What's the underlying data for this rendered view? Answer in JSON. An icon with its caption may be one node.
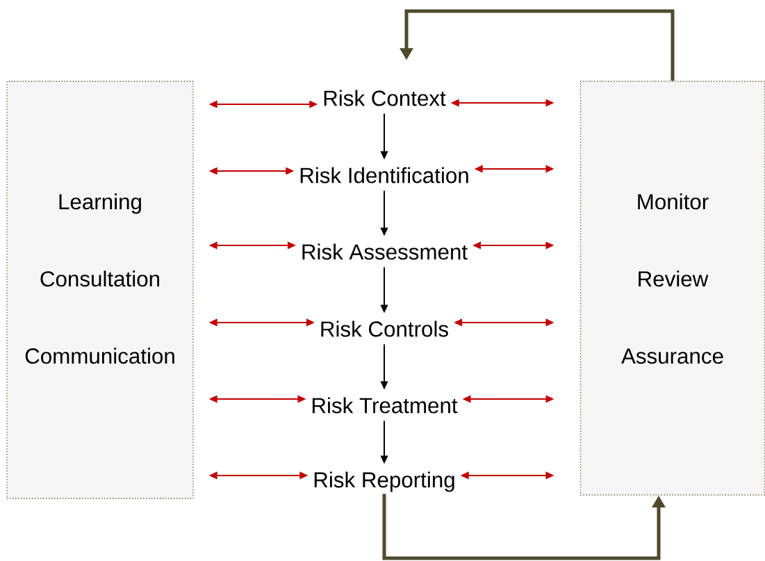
{
  "diagram": {
    "nodes": [
      {
        "text": [
          "Learning",
          "Consultation",
          "Communication"
        ]
      },
      {
        "text": [
          "Monitor",
          "Review",
          "Assurance"
        ]
      },
      {
        "text": [
          "Risk Context"
        ]
      },
      {
        "text": [
          "Risk Identification"
        ]
      },
      {
        "text": [
          "Risk Assessment"
        ]
      },
      {
        "text": [
          "Risk Controls"
        ]
      },
      {
        "text": [
          "Risk Treatment"
        ]
      },
      {
        "text": [
          "Risk Reporting"
        ]
      }
    ],
    "edges": [
      {
        "from": 2,
        "to": 3,
        "arrow": "to",
        "color": "#000000"
      },
      {
        "from": 3,
        "to": 4,
        "arrow": "to",
        "color": "#000000"
      },
      {
        "from": 4,
        "to": 5,
        "arrow": "to",
        "color": "#000000"
      },
      {
        "from": 5,
        "to": 6,
        "arrow": "to",
        "color": "#000000"
      },
      {
        "from": 6,
        "to": 7,
        "arrow": "to",
        "color": "#000000"
      },
      {
        "from": 0,
        "to": 2,
        "arrow": "both"
      },
      {
        "from": 0,
        "to": 3,
        "arrow": "both"
      },
      {
        "from": 0,
        "to": 4,
        "arrow": "both"
      },
      {
        "from": 0,
        "to": 5,
        "arrow": "both"
      },
      {
        "from": 0,
        "to": 6,
        "arrow": "both"
      },
      {
        "from": 0,
        "to": 7,
        "arrow": "both"
      },
      {
        "from": 2,
        "to": 1,
        "arrow": "both"
      },
      {
        "from": 3,
        "to": 1,
        "arrow": "both"
      },
      {
        "from": 4,
        "to": 1,
        "arrow": "both"
      },
      {
        "from": 5,
        "to": 1,
        "arrow": "both"
      },
      {
        "from": 6,
        "to": 1,
        "arrow": "both"
      },
      {
        "from": 7,
        "to": 1,
        "arrow": "both"
      },
      {
        "from": 1,
        "to": 2,
        "arrow": "to",
        "style": "thick",
        "color": "#4f4a2e"
      },
      {
        "from": 7,
        "to": 1,
        "arrow": "to",
        "style": "thick",
        "color": "#4f4a2e"
      }
    ]
  }
}
